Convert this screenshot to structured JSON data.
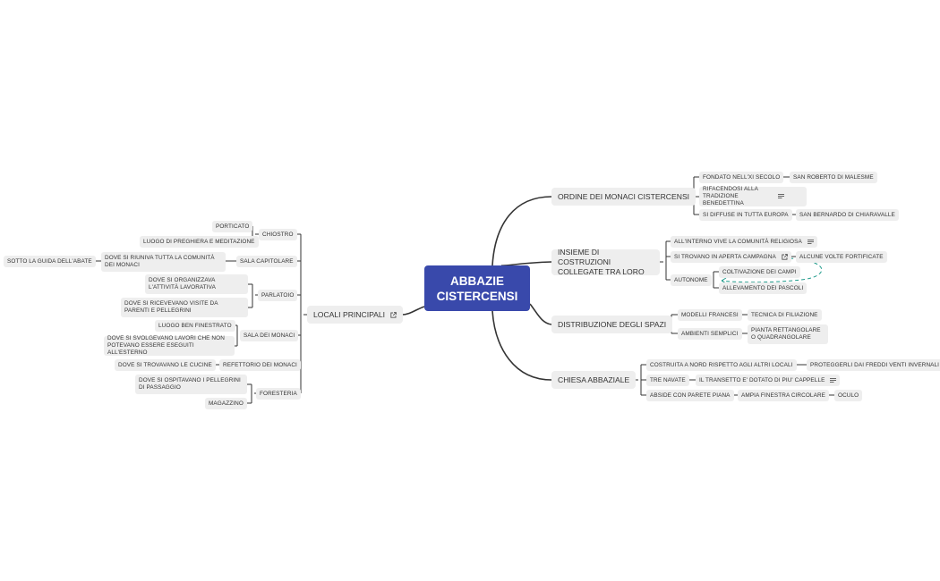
{
  "root": {
    "title": "ABBAZIE CISTERCENSI"
  },
  "right_branches": [
    {
      "label": "ORDINE DEI MONACI CISTERCENSI",
      "children": [
        {
          "label": "FONDATO NELL'XI SECOLO",
          "children": [
            {
              "label": "SAN ROBERTO DI MALESME"
            }
          ]
        },
        {
          "label": "RIFACENDOSI ALLA TRADIZIONE BENEDETTINA",
          "icon": "notes-icon"
        },
        {
          "label": "SI DIFFUSE IN TUTTA EUROPA",
          "children": [
            {
              "label": "SAN BERNARDO DI CHIARAVALLE"
            }
          ]
        }
      ]
    },
    {
      "label": "INSIEME DI COSTRUZIONI COLLEGATE TRA LORO",
      "children": [
        {
          "label": "ALL'INTERNO VIVE LA COMUNITÀ RELIGIOSA",
          "icon": "notes-icon"
        },
        {
          "label": "SI TROVANO IN APERTA CAMPAGNA",
          "icon": "link-icon",
          "children": [
            {
              "label": "ALCUNE VOLTE FORTIFICATE"
            }
          ]
        },
        {
          "label": "AUTONOME",
          "children": [
            {
              "label": "COLTIVAZIONE DEI CAMPI"
            },
            {
              "label": "ALLEVAMENTO DEI PASCOLI"
            }
          ]
        }
      ]
    },
    {
      "label": "DISTRIBUZIONE DEGLI SPAZI",
      "children": [
        {
          "label": "MODELLI FRANCESI",
          "children": [
            {
              "label": "TECNICA DI FILIAZIONE"
            }
          ]
        },
        {
          "label": "AMBIENTI SEMPLICI",
          "children": [
            {
              "label": "PIANTA RETTANGOLARE O QUADRANGOLARE"
            }
          ]
        }
      ]
    },
    {
      "label": "CHIESA ABBAZIALE",
      "children": [
        {
          "label": "COSTRUITA A NORD RISPETTO AGLI ALTRI LOCALI",
          "children": [
            {
              "label": "PROTEGGERLI DAI FREDDI VENTI INVERNALI"
            }
          ]
        },
        {
          "label": "TRE NAVATE",
          "children": [
            {
              "label": "IL TRANSETTO E' DOTATO DI PIU' CAPPELLE",
              "icon": "notes-icon"
            }
          ]
        },
        {
          "label": "ABSIDE CON PARETE PIANA",
          "children": [
            {
              "label": "AMPIA FINESTRA CIRCOLARE",
              "children": [
                {
                  "label": "OCULO"
                }
              ]
            }
          ]
        }
      ]
    }
  ],
  "left_branch": {
    "label": "LOCALI PRINCIPALI",
    "icon": "link-icon",
    "children": [
      {
        "label": "CHIOSTRO",
        "children": [
          {
            "label": "PORTICATO"
          },
          {
            "label": "LUOGO DI PREGHIERA E MEDITAZIONE"
          }
        ]
      },
      {
        "label": "SALA CAPITOLARE",
        "children": [
          {
            "label": "DOVE SI RIUNIVA TUTTA LA COMUNITÀ DEI MONACI",
            "children": [
              {
                "label": "SOTTO LA GUIDA DELL'ABATE"
              }
            ]
          }
        ]
      },
      {
        "label": "PARLATOIO",
        "children": [
          {
            "label": "DOVE SI ORGANIZZAVA L'ATTIVITÀ LAVORATIVA"
          },
          {
            "label": "DOVE SI RICEVEVANO VISITE DA PARENTI E PELLEGRINI"
          }
        ]
      },
      {
        "label": "SALA DEI MONACI",
        "children": [
          {
            "label": "LUOGO BEN FINESTRATO"
          },
          {
            "label": "DOVE SI SVOLGEVANO LAVORI CHE NON POTEVANO ESSERE ESEGUITI ALL'ESTERNO"
          }
        ]
      },
      {
        "label": "REFETTORIO DEI MONACI",
        "children": [
          {
            "label": "DOVE SI TROVAVANO LE CUCINE"
          }
        ]
      },
      {
        "label": "FORESTERIA",
        "children": [
          {
            "label": "DOVE SI OSPITAVANO I PELLEGRINI DI PASSAGGIO"
          },
          {
            "label": "MAGAZZINO"
          }
        ]
      }
    ]
  },
  "colors": {
    "root_bg": "#3949ab",
    "root_text": "#ffffff",
    "node_bg": "#eeeeee",
    "line": "#333333",
    "relation": "#1e9a8a"
  }
}
